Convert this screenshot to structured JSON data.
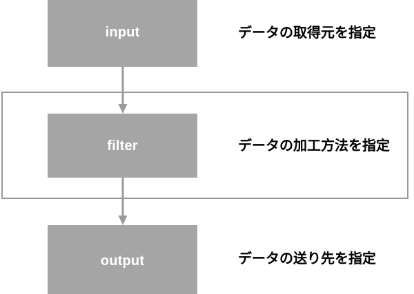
{
  "diagram": {
    "type": "pipeline-flow",
    "colors": {
      "box_fill": "#a5a5a5",
      "box_label": "#ffffff",
      "frame_border": "#9a9a9a",
      "arrow": "#9a9a9a",
      "caption_text": "#000000",
      "background": "#ffffff"
    },
    "stages": [
      {
        "id": "input",
        "label": "input",
        "caption": "データの取得元を指定"
      },
      {
        "id": "filter",
        "label": "filter",
        "caption": "データの加工方法を指定"
      },
      {
        "id": "output",
        "label": "output",
        "caption": "データの送り先を指定"
      }
    ],
    "connectors": [
      {
        "id": "input-to-filter",
        "from": "input",
        "to": "filter",
        "direction": "down"
      },
      {
        "id": "filter-to-output",
        "from": "filter",
        "to": "output",
        "direction": "down"
      }
    ],
    "group_frame": {
      "id": "filter-group",
      "encloses": "filter"
    }
  }
}
